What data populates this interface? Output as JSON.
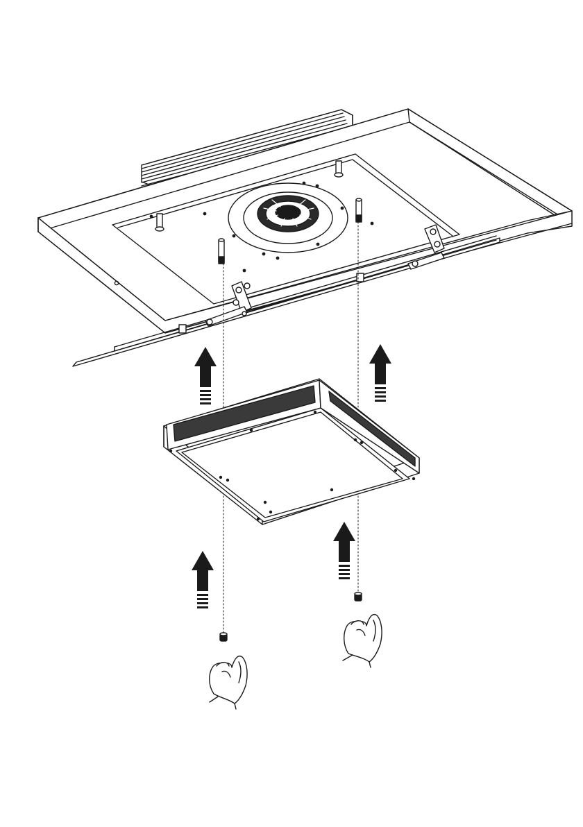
{
  "figure": {
    "kind": "assembly-instruction-illustration",
    "colors": {
      "ink": "#1a1a1a",
      "paper": "#ffffff"
    },
    "parts": [
      {
        "name": "hood-ceiling-unit",
        "icon": "hood-icon"
      },
      {
        "name": "lower-panel",
        "icon": "panel-icon"
      },
      {
        "name": "fixing-nut",
        "icon": "nut-icon",
        "count": 2
      },
      {
        "name": "hand",
        "icon": "hand-icon",
        "count": 2
      }
    ],
    "arrows": [
      {
        "name": "lift-arrow-left-upper",
        "direction": "up"
      },
      {
        "name": "lift-arrow-right-upper",
        "direction": "up"
      },
      {
        "name": "lift-arrow-left-lower",
        "direction": "up"
      },
      {
        "name": "lift-arrow-right-lower",
        "direction": "up"
      }
    ]
  }
}
